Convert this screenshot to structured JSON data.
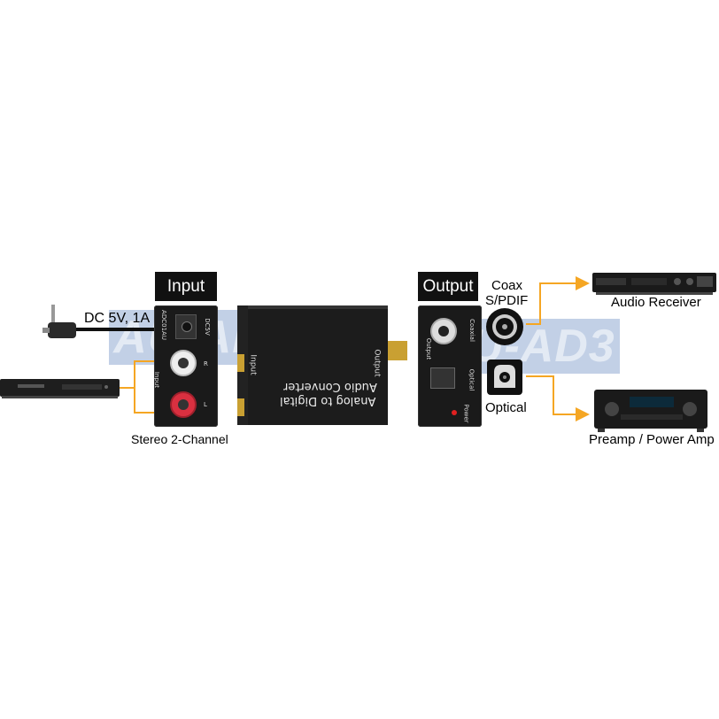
{
  "labels": {
    "input_header": "Input",
    "output_header": "Output",
    "dc_power": "DC 5V, 1A",
    "stereo": "Stereo 2-Channel",
    "coax_line1": "Coax",
    "coax_line2": "S/PDIF",
    "optical": "Optical",
    "audio_receiver": "Audio Receiver",
    "preamp": "Preamp / Power Amp"
  },
  "device": {
    "front_line1": "Analog to Digital",
    "front_line2": "Audio Converter",
    "side_input": "Input",
    "side_output": "Output"
  },
  "input_panel": {
    "model": "ADC01AU",
    "dc": "DC5V",
    "input": "Input",
    "r": "R",
    "l": "L"
  },
  "output_panel": {
    "output": "Output",
    "coaxial": "Coaxial",
    "optical": "Optical",
    "power": "Power"
  },
  "watermark": "AU-AD3",
  "colors": {
    "connector_orange": "#f5a623",
    "label_bg": "#111111",
    "watermark": "#7896c8"
  }
}
